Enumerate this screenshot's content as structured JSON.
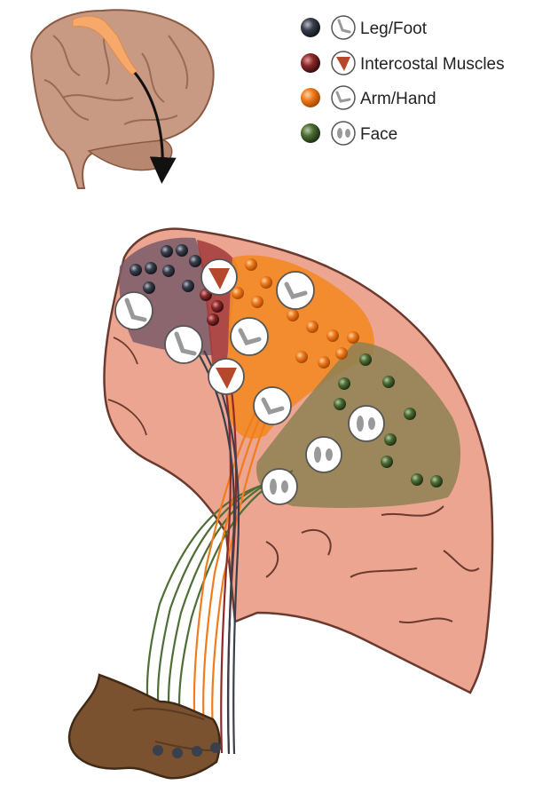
{
  "legend": {
    "items": [
      {
        "label": "Leg/Foot",
        "color": "#3a3f4c",
        "icon": "leg-foot-icon"
      },
      {
        "label": "Intercostal Muscles",
        "color": "#8e2a2a",
        "icon": "intercostal-muscles-icon"
      },
      {
        "label": "Arm/Hand",
        "color": "#f07c1c",
        "icon": "arm-hand-icon"
      },
      {
        "label": "Face",
        "color": "#4e6e35",
        "icon": "face-icon"
      }
    ]
  },
  "colors": {
    "brain_tissue": "#eca591",
    "brain_outline": "#6b3a2e",
    "small_brain": "#c99a83",
    "motor_strip": "#f6a96b",
    "brainstem": "#7a5230"
  }
}
